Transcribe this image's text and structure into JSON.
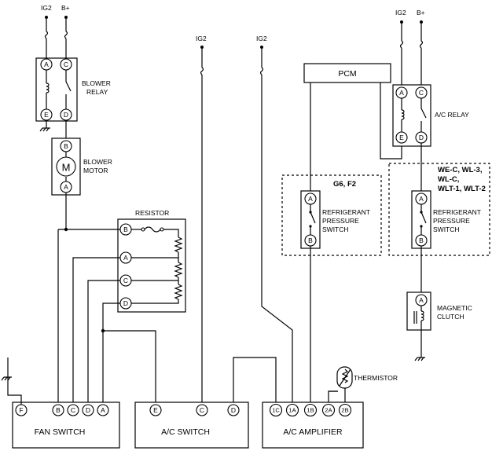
{
  "power": {
    "ig2": "IG2",
    "bplus": "B+"
  },
  "blower_relay": {
    "label1": "BLOWER",
    "label2": "RELAY",
    "pins": [
      "A",
      "C",
      "E",
      "D"
    ]
  },
  "blower_motor": {
    "label1": "BLOWER",
    "label2": "MOTOR",
    "symbol": "M",
    "pins": [
      "B",
      "A"
    ]
  },
  "resistor": {
    "label": "RESISTOR",
    "pins": [
      "B",
      "A",
      "C",
      "D"
    ]
  },
  "pcm": {
    "label": "PCM"
  },
  "ac_relay": {
    "label": "A/C RELAY",
    "pins": [
      "A",
      "C",
      "E",
      "D"
    ]
  },
  "left_pressure_group": {
    "title": "G6, F2",
    "label1": "REFRIGERANT",
    "label2": "PRESSURE",
    "label3": "SWITCH",
    "pins": [
      "A",
      "B"
    ]
  },
  "right_pressure_group": {
    "title1": "WE-C, WL-3,",
    "title2": "WL-C,",
    "title3": "WLT-1, WLT-2",
    "label1": "REFRIGERANT",
    "label2": "PRESSURE",
    "label3": "SWITCH",
    "pins": [
      "A",
      "B"
    ]
  },
  "magnetic_clutch": {
    "label1": "MAGNETIC",
    "label2": "CLUTCH",
    "pins": [
      "A"
    ]
  },
  "thermistor": {
    "label": "THERMISTOR"
  },
  "fan_switch": {
    "label": "FAN SWITCH",
    "pins": [
      "F",
      "B",
      "C",
      "D",
      "A"
    ]
  },
  "ac_switch": {
    "label": "A/C SWITCH",
    "pins": [
      "E",
      "C",
      "D"
    ]
  },
  "ac_amplifier": {
    "label": "A/C AMPLIFIER",
    "pins": [
      "1C",
      "1A",
      "1B",
      "2A",
      "2B"
    ]
  }
}
